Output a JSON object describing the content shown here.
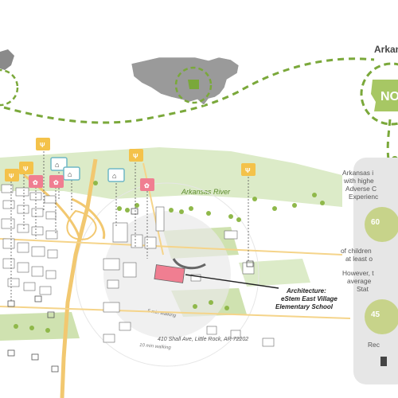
{
  "map": {
    "title": "Arkansas",
    "state_badge": "NO",
    "river_label": "Arkansas River",
    "school_label_line1": "Architecture:",
    "school_label_line2": "eStem East Village",
    "school_label_line3": "Elementary School",
    "walk_5": "5 min walking",
    "walk_10": "10 min walking",
    "address": "410 Shall Ave, Little Rock, AR 72202"
  },
  "panel": {
    "text_lines": [
      "Arkansas i",
      "with highe",
      "Adverse C",
      "Experienc"
    ],
    "stat1_value": "60",
    "mid_lines": [
      "of children",
      "at least o"
    ],
    "however_lines": [
      "However, t",
      "average",
      "Stat"
    ],
    "stat2_value": "45",
    "footer": "Rec"
  },
  "colors": {
    "green_dark": "#7aa83a",
    "green_light": "#dcebc8",
    "accent_pink": "#f07e91",
    "accent_yellow": "#f4c24a",
    "pin_teal": "#6fb7c6",
    "road": "#f2c870"
  },
  "icons": {
    "food": "fork-knife-icon",
    "museum": "museum-icon",
    "landmark": "landmark-icon"
  }
}
